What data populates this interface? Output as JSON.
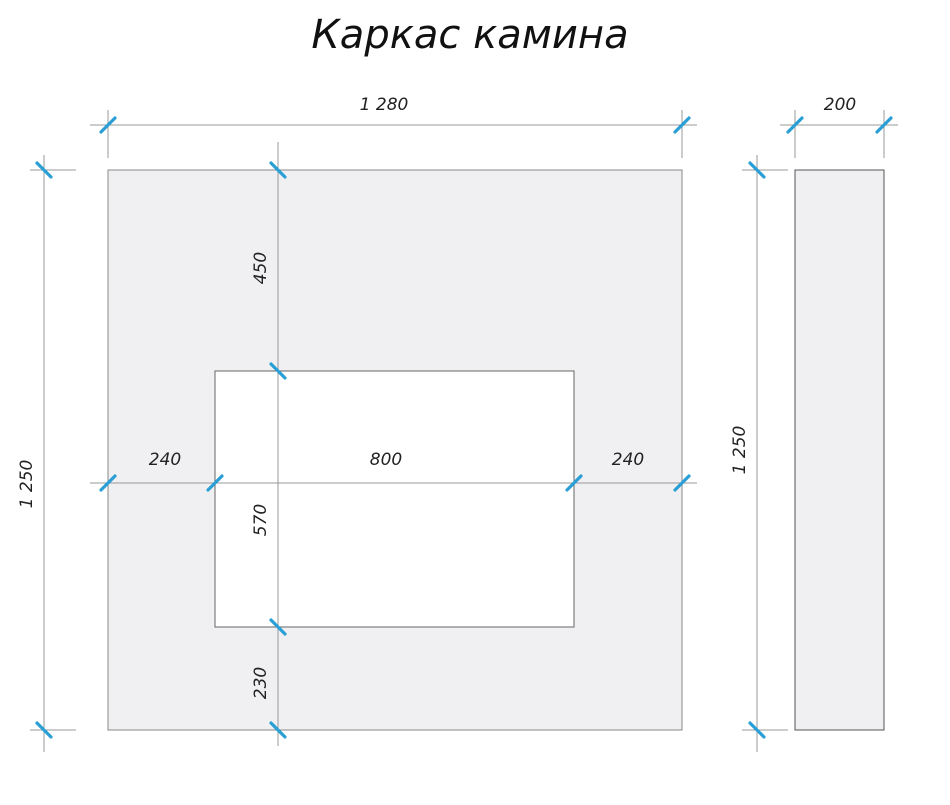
{
  "title": "Каркас камина",
  "front": {
    "width": "1 280",
    "height": "1 250",
    "top_above_opening": "450",
    "opening_height": "570",
    "bottom_below_opening": "230",
    "left_side": "240",
    "opening_width": "800",
    "right_side": "240"
  },
  "side": {
    "depth": "200",
    "height": "1 250"
  },
  "colors": {
    "tick": "#2a9fd6",
    "panel": "#f0f0f2",
    "line": "#999999"
  }
}
